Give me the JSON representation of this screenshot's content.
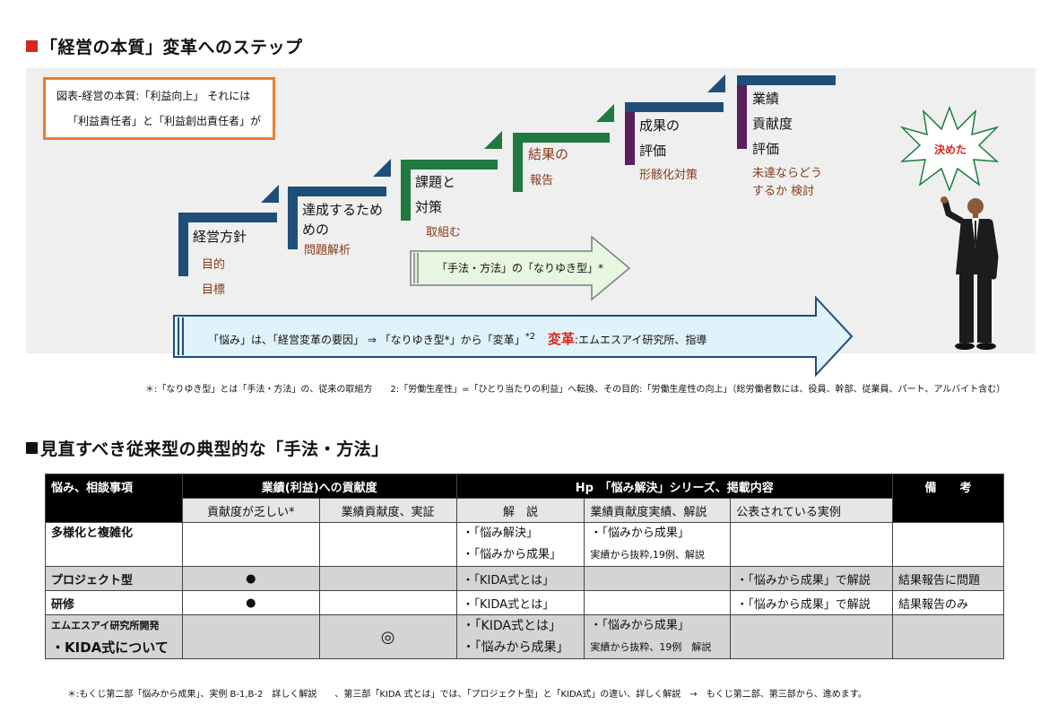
{
  "section1_title": "「経営の本質」変革へのステップ",
  "section2_title": "見直すべき従来型の典型的な「手法・方法」",
  "legend": {
    "line1": "図表-経営の本質:「利益向上」 それには",
    "line2": "「利益責任者」と「利益創出責任者」が"
  },
  "steps": [
    {
      "title": "経営方針",
      "sub1": "目的",
      "sub2": "目標",
      "color": "#1f4e79"
    },
    {
      "title": "達成するため",
      "title2": "めの",
      "sub1": "問題解析",
      "color": "#1f4e79"
    },
    {
      "title": "課題と",
      "title2": "対策",
      "sub1": "取組む",
      "color": "#1e7a3e"
    },
    {
      "title": "結果の",
      "sub1": "報告",
      "color": "#1e7a3e"
    },
    {
      "title": "成果の",
      "title2": "評価",
      "sub1": "形骸化対策",
      "color": "#5a1f5e"
    },
    {
      "title": "業績",
      "title2": "貢献度",
      "title3": "評価",
      "sub1": "未達ならどう",
      "sub2": "するか 検討",
      "color": "#5a1f5e"
    }
  ],
  "arrow_small": "「手法・方法」の「なりゆき型」*",
  "arrow_big": {
    "text": "「悩み」は、「経営変革の要因」 ⇒ 「なりゆき型*」から「変革」",
    "sup": "*2",
    "emph": "変革",
    "tail": ":エムエスアイ研究所、指導"
  },
  "burst_text": "決めた",
  "footnote1": "＊:「なりゆき型」とは「手法・方法」の、従来の取組方　　2:「労働生産性」=「ひとり当たりの利益」へ転換、その目的:「労働生産性の向上」（総労働者数には、役員、幹部、従業員、パート、アルバイト含む）",
  "table": {
    "header1": [
      "悩み、相談事項",
      "業績(利益)への貢献度",
      "Hp　「悩み解決」シリーズ、掲載内容",
      "備　　考"
    ],
    "header2": [
      "貢献度が乏しい*",
      "業績貢献度、実証",
      "解　説",
      "業績貢献度実績、解説",
      "公表されている実例"
    ],
    "rows": [
      {
        "c0a": "多様化と複雑化",
        "c0b": "",
        "c1": "",
        "c2": "",
        "c3a": "・「悩み解決」",
        "c3b": "・「悩みから成果」",
        "c4a": "・「悩みから成果」",
        "c4b": "実績から抜粋,19例、解説",
        "c5": "",
        "c6": ""
      },
      {
        "c0a": "プロジェクト型",
        "c1": "●",
        "c2": "",
        "c3a": "・「KIDA式とは」",
        "c4a": "",
        "c5": "・「悩みから成果」で解説",
        "c6": "結果報告に問題"
      },
      {
        "c0a": "研修",
        "c1": "●",
        "c2": "",
        "c3a": "・「KIDA式とは」",
        "c4a": "",
        "c5": "・「悩みから成果」で解説",
        "c6": "結果報告のみ"
      },
      {
        "c0a": "エムエスアイ研究所開発",
        "c0b": "・KIDA式について",
        "c1": "",
        "c2": "◎",
        "c3a": "・「KIDA式とは」",
        "c3b": "・「悩みから成果」",
        "c4a": "・「悩みから成果」",
        "c4b": "実績から抜粋、19例　解説",
        "c5": "",
        "c6": ""
      }
    ]
  },
  "footnote2": "＊:もくじ第二部「悩みから成果」、実例 B-1,B-2　詳しく解説　　、第三部「KIDA 式とは」では、「プロジェクト型」と「KIDA式」の違い、詳しく解説　→　もくじ第二部、第三部から、進めます。",
  "colors": {
    "red_square": "#d9261c",
    "black_square": "#111111",
    "arrow_fill": "#e6f6e1",
    "arrow_big_fill": "#e0f2fa",
    "arrow_stroke": "#1f4e79"
  }
}
